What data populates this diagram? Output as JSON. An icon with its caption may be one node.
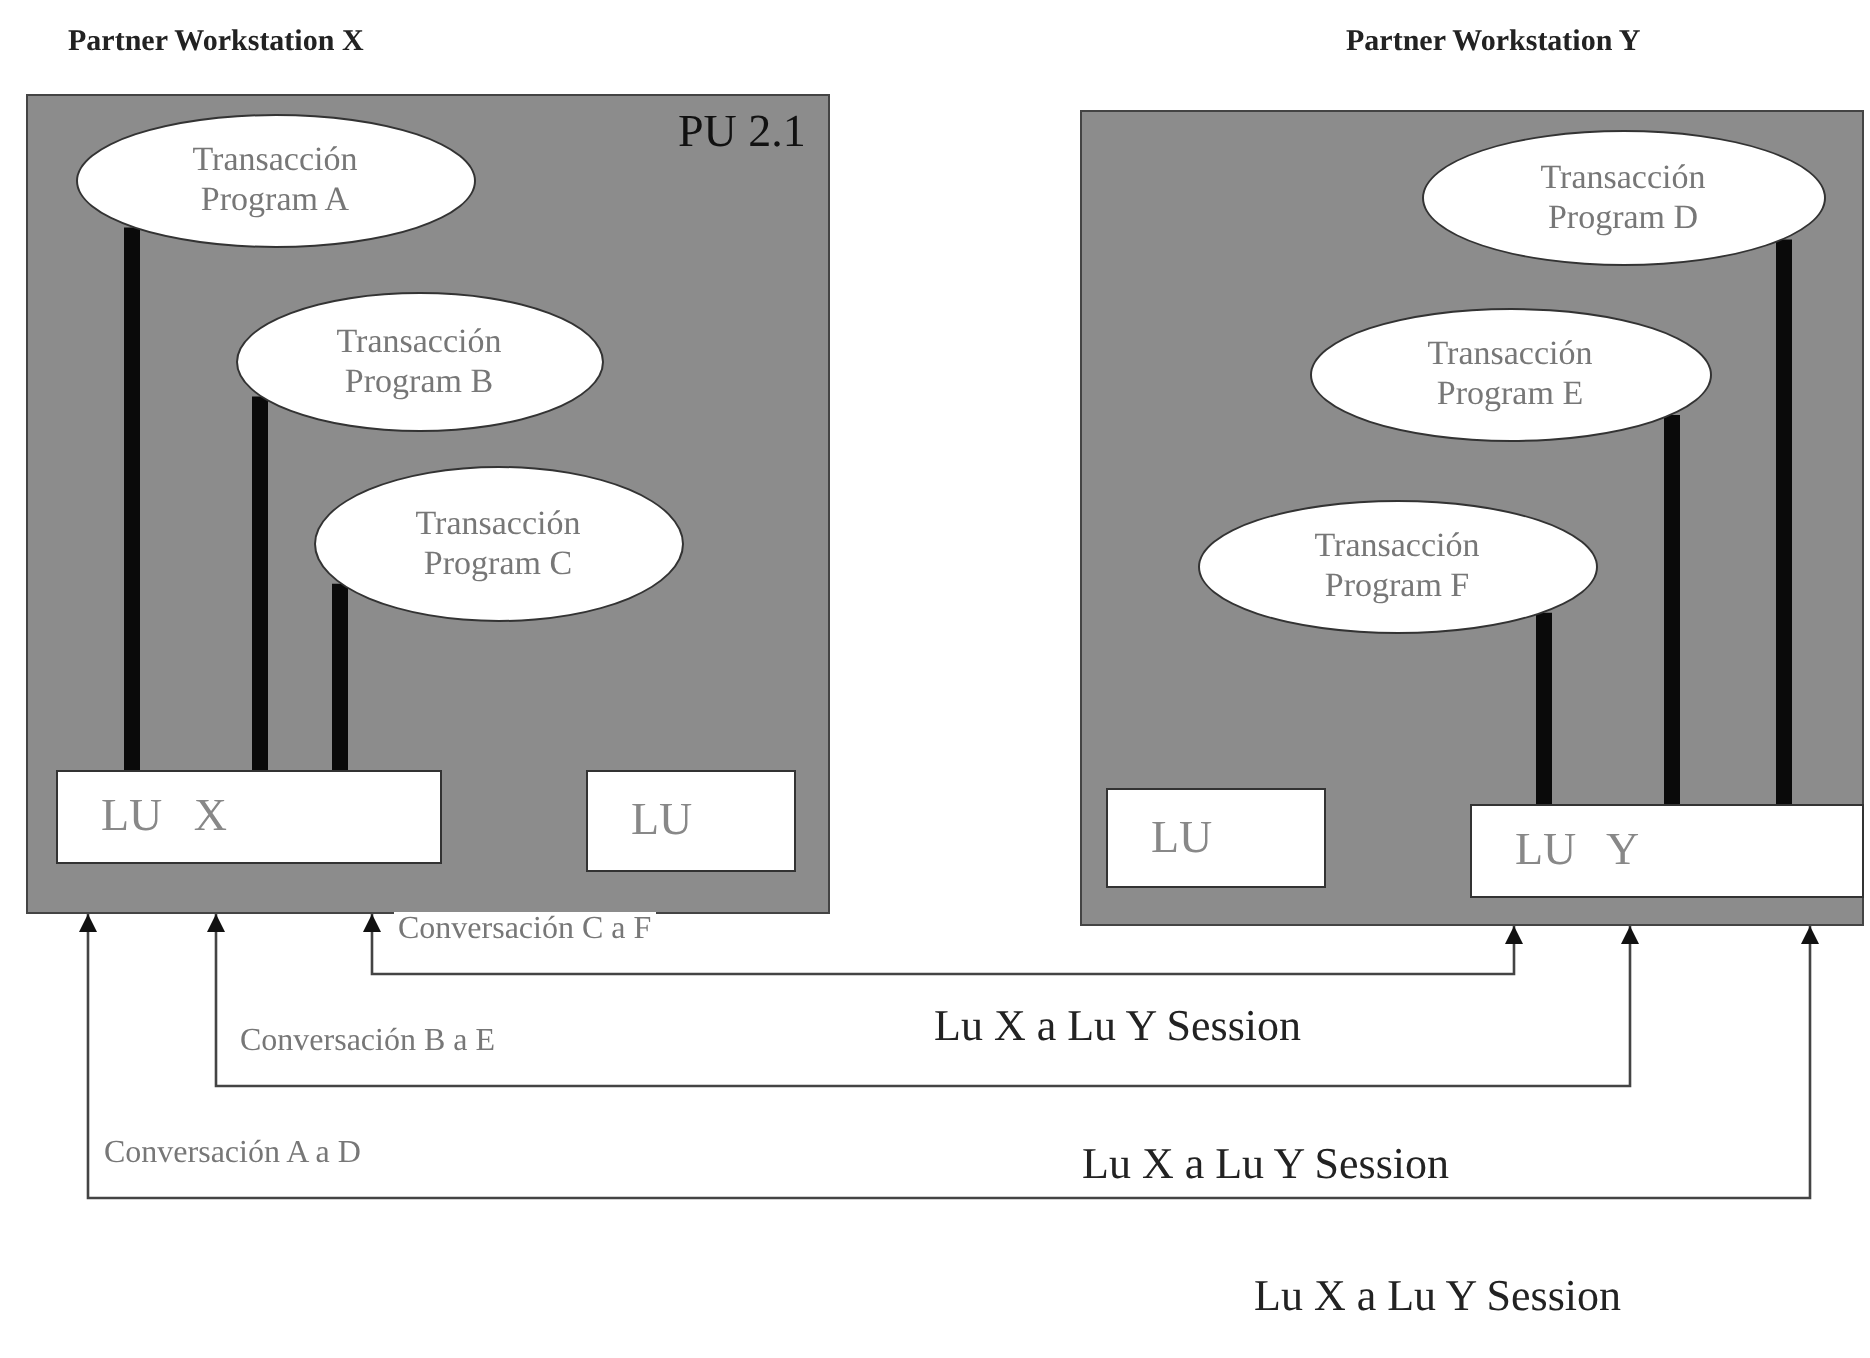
{
  "diagram": {
    "nodes": [
      {
        "text": [
          "Partner Workstation X",
          "PU 2.1"
        ]
      },
      {
        "text": [
          "Transacción Program A"
        ],
        "in": 0
      },
      {
        "text": [
          "Transacción Program B"
        ],
        "in": 0
      },
      {
        "text": [
          "Transacción Program C"
        ],
        "in": 0
      },
      {
        "text": [
          "LU X"
        ],
        "in": 0
      },
      {
        "text": [
          "LU"
        ],
        "in": 0
      },
      {
        "text": [
          "Partner Workstation Y"
        ]
      },
      {
        "text": [
          "Transacción Program D"
        ],
        "in": 6
      },
      {
        "text": [
          "Transacción Program E"
        ],
        "in": 6
      },
      {
        "text": [
          "Transacción Program F"
        ],
        "in": 6
      },
      {
        "text": [
          "LU"
        ],
        "in": 6
      },
      {
        "text": [
          "LU Y"
        ],
        "in": 6
      }
    ],
    "edges": [
      {
        "from": 1,
        "to": 4,
        "arrow": "none"
      },
      {
        "from": 2,
        "to": 4,
        "arrow": "none"
      },
      {
        "from": 3,
        "to": 4,
        "arrow": "none"
      },
      {
        "from": 7,
        "to": 11,
        "arrow": "none"
      },
      {
        "from": 8,
        "to": 11,
        "arrow": "none"
      },
      {
        "from": 9,
        "to": 11,
        "arrow": "none"
      },
      {
        "from": 0,
        "to": 6,
        "arrow": "both",
        "label": "Conversación C a F"
      },
      {
        "from": 0,
        "to": 6,
        "arrow": "both",
        "label": "Conversación B a E"
      },
      {
        "from": 0,
        "to": 6,
        "arrow": "both",
        "label": "Conversación A a D"
      }
    ],
    "labels": [
      "Lu X a Lu Y Session",
      "Lu X a Lu Y Session",
      "Lu X a Lu Y Session"
    ]
  }
}
